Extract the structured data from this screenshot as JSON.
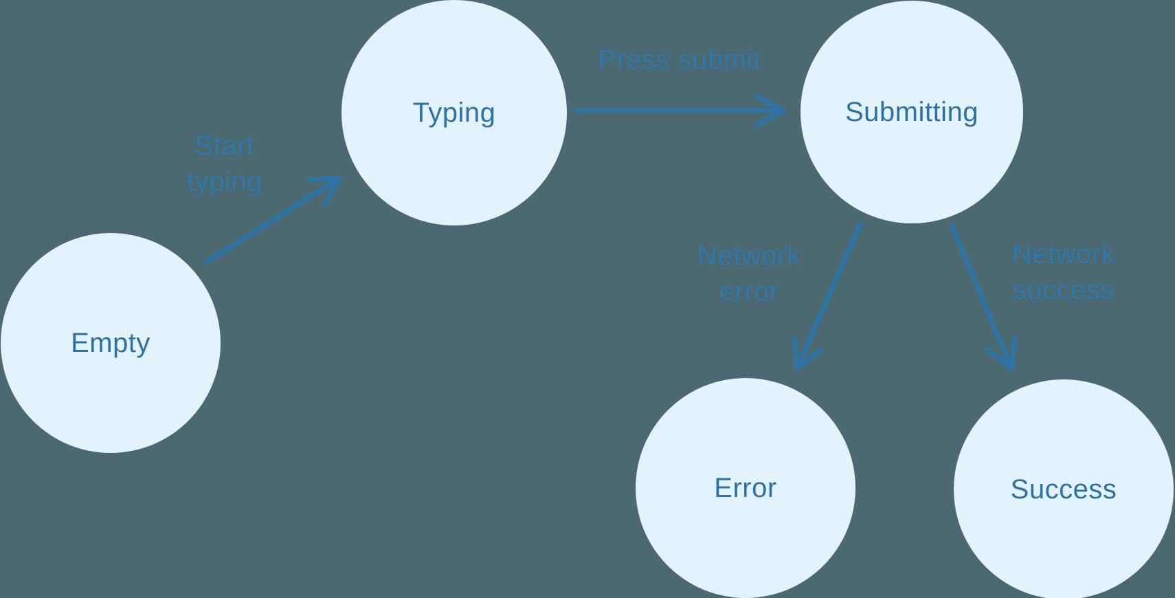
{
  "colors": {
    "background": "#4C6870",
    "node_fill": "#E2F3FC",
    "node_text": "#2D72A3",
    "arrow": "#2E75A6",
    "edge_label": "#2E78AB"
  },
  "diagram_type": "state-machine",
  "nodes": [
    {
      "id": "empty",
      "label": "Empty"
    },
    {
      "id": "typing",
      "label": "Typing"
    },
    {
      "id": "submitting",
      "label": "Submitting"
    },
    {
      "id": "error",
      "label": "Error"
    },
    {
      "id": "success",
      "label": "Success"
    }
  ],
  "edges": [
    {
      "from": "empty",
      "to": "typing",
      "label": "Start typing"
    },
    {
      "from": "typing",
      "to": "submitting",
      "label": "Press submit"
    },
    {
      "from": "submitting",
      "to": "error",
      "label": "Network error"
    },
    {
      "from": "submitting",
      "to": "success",
      "label": "Network success"
    }
  ]
}
